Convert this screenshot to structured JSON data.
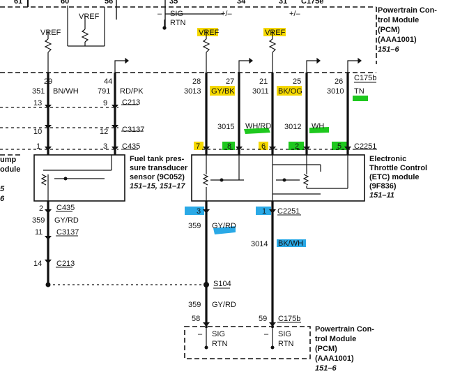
{
  "pcm_top": {
    "title_lines": [
      "Powertrain Con-",
      "trol Module",
      "(PCM)",
      "(AAA1001)"
    ],
    "ref": "151–6",
    "pin_labels_top": [
      "61",
      "60",
      "56",
      "35",
      "34",
      "31",
      "C175e"
    ],
    "sig": "SIG",
    "rtn": "RTN",
    "minus": "–",
    "plus_minus": "+/–"
  },
  "vref": "VREF",
  "wires_top": [
    {
      "pin": "29",
      "circuit": "351",
      "color": "BN/WH"
    },
    {
      "pin": "44",
      "circuit": "791",
      "color": "RD/PK"
    },
    {
      "pin": "28",
      "circuit": "3013",
      "color": "GY/BK"
    },
    {
      "pin": "27",
      "circuit": "3015",
      "color": "WH/RD"
    },
    {
      "pin": "21",
      "circuit": "3011",
      "color": "BK/OG"
    },
    {
      "pin": "25",
      "circuit": "3012",
      "color": "WH"
    },
    {
      "pin": "26",
      "circuit": "3010",
      "color": "TN"
    }
  ],
  "connectors": {
    "c175b": "C175b",
    "c213": "C213",
    "c3137": "C3137",
    "c435": "C435",
    "c2251": "C2251",
    "s104": "S104"
  },
  "left_pins": {
    "c213": [
      "13",
      "9"
    ],
    "c3137": [
      "10",
      "12"
    ],
    "c435": [
      "1",
      "3"
    ]
  },
  "etc_pins_top": [
    "7",
    "8",
    "6",
    "2",
    "5"
  ],
  "fuel_sensor": {
    "lines": [
      "Fuel tank pres-",
      "sure transducer",
      "sensor (9C052)"
    ],
    "ref": "151–15, 151–17"
  },
  "fuel_pump_partial": [
    "ump",
    "odule",
    "5",
    "6"
  ],
  "etc": {
    "lines": [
      "Electronic",
      "Throttle Control",
      "(ETC) module",
      "(9F836)"
    ],
    "ref": "151–11"
  },
  "lower_left": {
    "c435_pin": "2",
    "circuit": "359",
    "color": "GY/RD",
    "c3137_pin": "11",
    "c213_pin": "14"
  },
  "lower_right": {
    "pin_left": "3",
    "pin_right": "1",
    "circuit_left": "359",
    "color_left": "GY/RD",
    "circuit_right": "3014",
    "color_right": "BK/WH",
    "after_splice_circuit": "359",
    "after_splice_color": "GY/RD"
  },
  "pcm_bottom": {
    "pins": [
      "58",
      "59"
    ],
    "connector": "C175b",
    "sig": "SIG",
    "rtn": "RTN",
    "minus": "–",
    "title_lines": [
      "Powertrain Con-",
      "trol Module",
      "(PCM)",
      "(AAA1001)"
    ],
    "ref": "151–6"
  },
  "highlight_colors": {
    "yellow": "#f5d800",
    "green": "#1ec81e",
    "blue": "#2aa9e6"
  }
}
